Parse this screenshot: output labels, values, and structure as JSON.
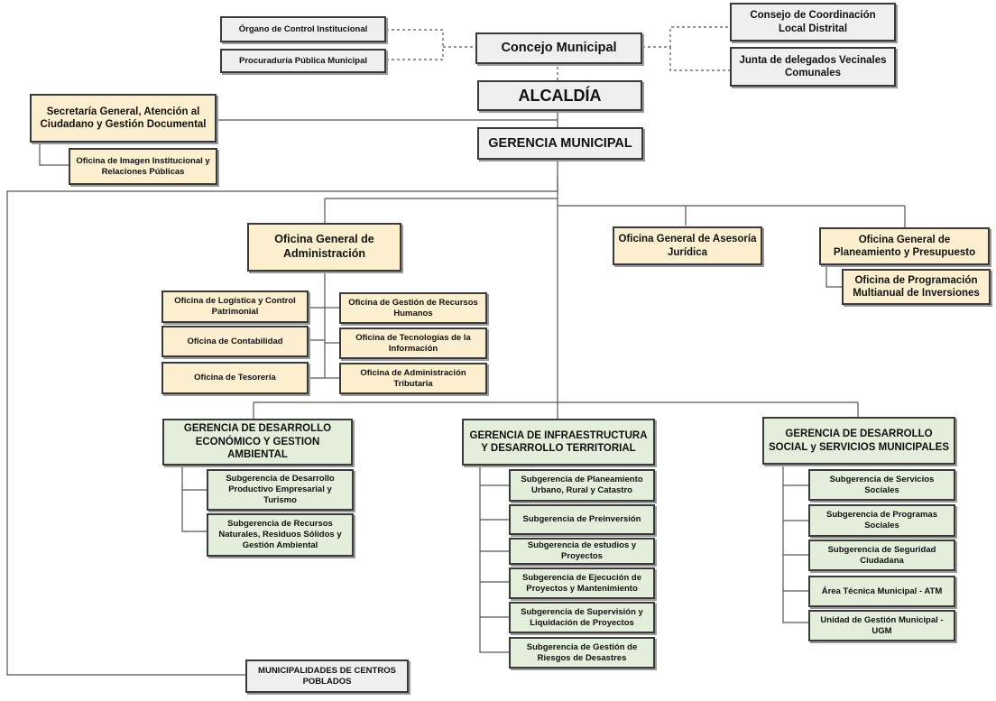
{
  "governance": {
    "organo_control": "Órgano de Control Institucional",
    "procuraduria": "Procuraduría Pública Municipal",
    "concejo": "Concejo Municipal",
    "consejo_coordinacion": "Consejo de Coordinación Local Distrital",
    "junta_delegados": "Junta de delegados Vecinales Comunales",
    "alcaldia": "ALCALDÍA",
    "gerencia_municipal": "GERENCIA MUNICIPAL"
  },
  "secretaria": {
    "title": "Secretaría General, Atención al Ciudadano y Gestión Documental",
    "imagen": "Oficina de Imagen Institucional y Relaciones Públicas"
  },
  "administracion": {
    "title": "Oficina General de Administración",
    "left": [
      "Oficina de Logística y Control Patrimonial",
      "Oficina de Contabilidad",
      "Oficina de Tesorería"
    ],
    "right": [
      "Oficina de Gestión de Recursos Humanos",
      "Oficina de Tecnologías de la Información",
      "Oficina de Administración Tributaria"
    ]
  },
  "asesoria": {
    "title": "Oficina General de Asesoría Jurídica"
  },
  "planeamiento": {
    "title": "Oficina General de Planeamiento y Presupuesto",
    "programacion": "Oficina de Programación Multianual de Inversiones"
  },
  "gerencias": [
    {
      "title": "GERENCIA DE DESARROLLO ECONÓMICO Y GESTION AMBIENTAL",
      "units": [
        "Subgerencia de Desarrollo Productivo Empresarial y Turismo",
        "Subgerencia de Recursos Naturales, Residuos Sólidos y Gestión Ambiental"
      ]
    },
    {
      "title": "GERENCIA DE INFRAESTRUCTURA Y DESARROLLO TERRITORIAL",
      "units": [
        "Subgerencia de Planeamiento Urbano, Rural y Catastro",
        "Subgerencia de Preinversión",
        "Subgerencia de estudios y Proyectos",
        "Subgerencia de Ejecución de Proyectos y Mantenimiento",
        "Subgerencia de Supervisión y Liquidación de Proyectos",
        "Subgerencia de Gestión de Riesgos de Desastres"
      ]
    },
    {
      "title": "GERENCIA DE DESARROLLO SOCIAL y SERVICIOS MUNICIPALES",
      "units": [
        "Subgerencia de Servicios Sociales",
        "Subgerencia de Programas Sociales",
        "Subgerencia de Seguridad Ciudadana",
        "Área Técnica Municipal - ATM",
        "Unidad de Gestión Municipal - UGM"
      ]
    }
  ],
  "centros_poblados": "MUNICIPALIDADES DE CENTROS POBLADOS"
}
